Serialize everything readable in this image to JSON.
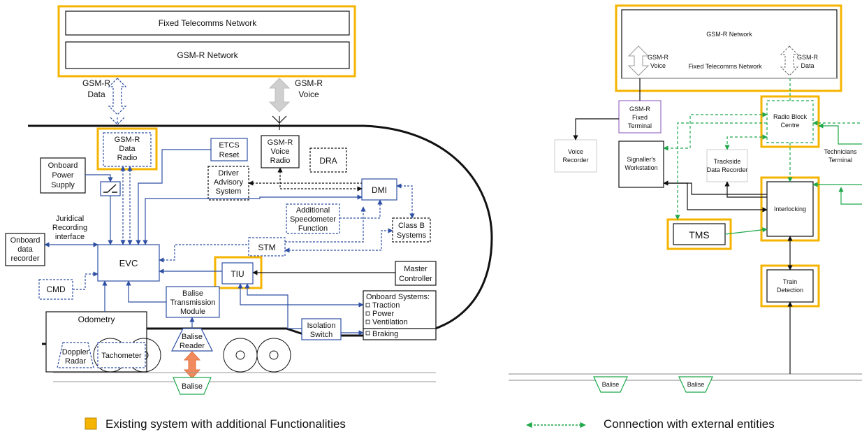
{
  "left": {
    "fixed_network": "Fixed Telecomms Network",
    "gsmr_network": "GSM-R Network",
    "gsmr_data": [
      "GSM-R",
      "Data"
    ],
    "gsmr_voice": [
      "GSM-R",
      "Voice"
    ],
    "data_radio": [
      "GSM-R",
      "Data",
      "Radio"
    ],
    "power_supply": [
      "Onboard",
      "Power",
      "Supply"
    ],
    "etcs_reset": [
      "ETCS",
      "Reset"
    ],
    "voice_radio": [
      "GSM-R",
      "Voice",
      "Radio"
    ],
    "dra": "DRA",
    "das": [
      "Driver",
      "Advisory",
      "System"
    ],
    "dmi": "DMI",
    "asf": [
      "Additional",
      "Speedometer",
      "Function"
    ],
    "class_b": [
      "Class B",
      "Systems"
    ],
    "jri": [
      "Juridical",
      "Recording",
      "interface"
    ],
    "onboard_recorder": [
      "Onboard",
      "data",
      "recorder"
    ],
    "evc": "EVC",
    "stm": "STM",
    "tiu": "TIU",
    "master_controller": [
      "Master",
      "Controller"
    ],
    "cmd": "CMD",
    "btm": [
      "Balise",
      "Transmission",
      "Module"
    ],
    "onboard_systems_title": "Onboard Systems:",
    "onboard_systems": [
      "Traction",
      "Power",
      "Ventilation",
      "Braking"
    ],
    "odometry": "Odometry",
    "isolation_switch": [
      "Isolation",
      "Switch"
    ],
    "balise_reader": [
      "Balise",
      "Reader"
    ],
    "doppler": [
      "Doppler",
      "Radar"
    ],
    "tachometer": "Tachometer",
    "balise": "Balise"
  },
  "right": {
    "gsmr_network": "GSM-R Network",
    "gsmr_voice": [
      "GSM-R",
      "Voice"
    ],
    "fixed_network": "Fixed Telecomms Network",
    "gsmr_data": [
      "GSM-R",
      "Data"
    ],
    "fixed_terminal": [
      "GSM-R",
      "Fixed",
      "Terminal"
    ],
    "rbc": [
      "Radio Block",
      "Centre"
    ],
    "voice_recorder": [
      "Voice",
      "Recorder"
    ],
    "signaller": [
      "Signaller's",
      "Workstation"
    ],
    "trackside_recorder": [
      "Trackside",
      "Data Recorder"
    ],
    "technicians": [
      "Technicians",
      "Terminal"
    ],
    "interlocking": "Interlocking",
    "tms": "TMS",
    "train_detection": [
      "Train",
      "Detection"
    ],
    "balise_1": "Balise",
    "balise_2": "Balise"
  },
  "legend": {
    "existing": "Existing system with additional Functionalities",
    "connection": "Connection with external entities"
  },
  "colors": {
    "highlight": "#f5b400",
    "component_blue": "#2e4fa3",
    "external_green": "#1fa84a",
    "purple_box": "#9b6fc4",
    "balise_orange": "#f08a5d",
    "arrow_grey": "#cfcfcf"
  }
}
